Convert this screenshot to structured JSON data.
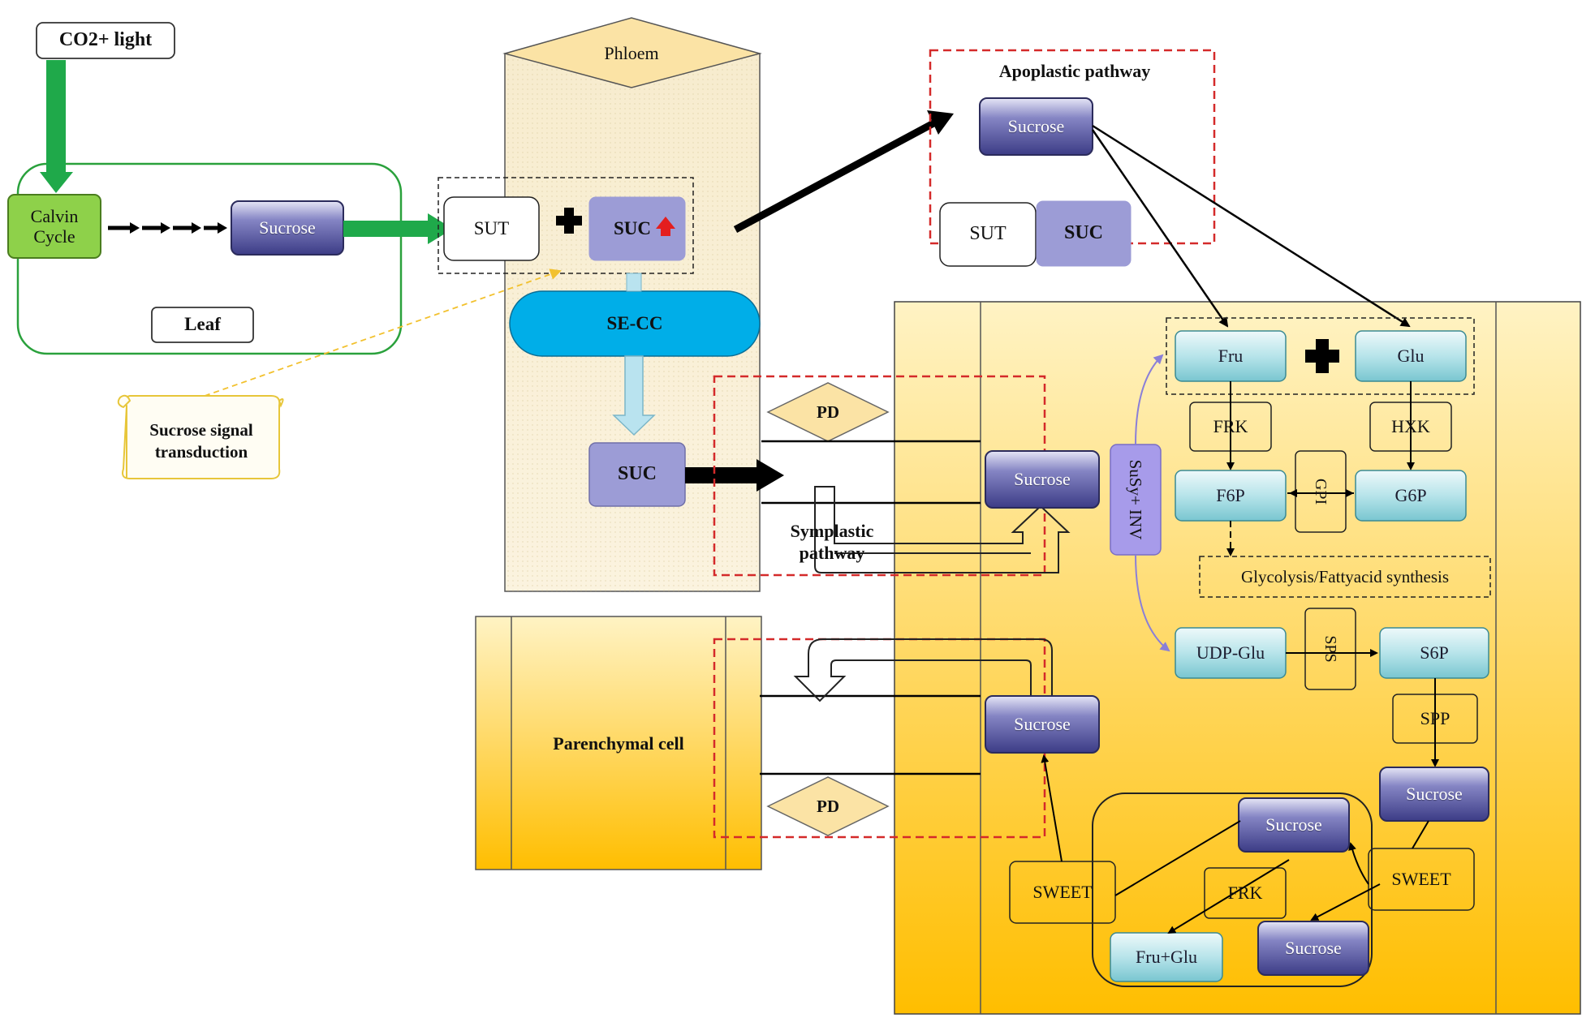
{
  "labels": {
    "co2_light": "CO2+ light",
    "calvin_cycle": "Calvin Cycle",
    "leaf_sucrose": "Sucrose",
    "leaf": "Leaf",
    "phloem": "Phloem",
    "sut": "SUT",
    "suc_up": "SUC",
    "se_cc": "SE-CC",
    "suc": "SUC",
    "pd": "PD",
    "symplastic_pathway": "Symplastic pathway",
    "apoplastic_pathway": "Apoplastic pathway",
    "apo_sucrose": "Sucrose",
    "apo_sut": "SUT",
    "apo_suc": "SUC",
    "signal_transduction": "Sucrose signal transduction",
    "parenchymal_cell": "Parenchymal cell",
    "cell_sucrose_upper": "Sucrose",
    "cell_sucrose_lower": "Sucrose",
    "susy_inv": "SuSy+ INV",
    "fru": "Fru",
    "glu": "Glu",
    "frk": "FRK",
    "hxk": "HXK",
    "f6p": "F6P",
    "gpi": "GPI",
    "g6p": "G6P",
    "glycolysis": "Glycolysis/Fattyacid synthesis",
    "udp_glu": "UDP-Glu",
    "sps": "SPS",
    "s6p": "S6P",
    "spp": "SPP",
    "sucrose_synth": "Sucrose",
    "cycle_sucrose_top": "Sucrose",
    "cycle_frk": "FRK",
    "cycle_sweet_left": "SWEET",
    "cycle_sweet_right": "SWEET",
    "cycle_fru_glu": "Fru+Glu",
    "cycle_sucrose_bottom": "Sucrose"
  },
  "colors": {
    "sucrose_box": "#5a5a9e",
    "suc_box": "#9c9cd6",
    "teal_box": "#a8dde3",
    "calvin_green": "#8ed14a",
    "se_cc_blue": "#00aee8",
    "phloem_fill": "#f8efd2",
    "cell_yellow": "#ffc30f",
    "pd_diamond": "#fbe3a5",
    "red_dashed": "#d42a2a",
    "green_arrow": "#1fa94a",
    "leaf_border": "#2aa13c"
  },
  "icons": [
    "plus-icon",
    "red-up-arrow-icon",
    "scroll-icon"
  ]
}
